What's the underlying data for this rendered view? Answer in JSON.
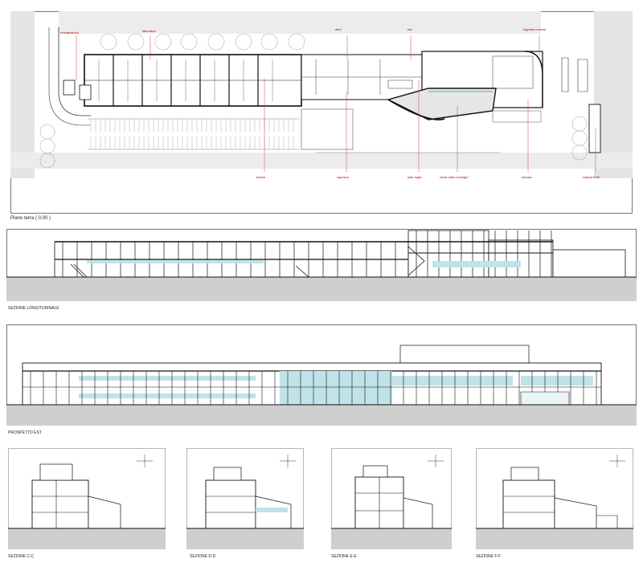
{
  "plan": {
    "title": "Piano  terra ( 0,00 )",
    "labels": {
      "montacarichi": "montacarichi",
      "laboratori": "laboratori",
      "atrio": "atrio",
      "bar": "bar",
      "ingresso_mensa": "ingresso mensa",
      "banca": "banca",
      "ingresso": "ingresso",
      "sala_regia": "sala regia",
      "vuoto_sala_convegni": "vuoto sala convegni",
      "mensa": "mensa",
      "cabina_enel": "cabina Enel"
    }
  },
  "sections": {
    "longitudinal": "SEZIONE LONGITUDINALE",
    "east": "PROSPETTO EST",
    "cc": "SEZIONE C-C",
    "dd": "SEZIONE D-D",
    "ee": "SEZIONE E-E",
    "ff": "SEZIONE F-F"
  },
  "colors": {
    "line": "#111111",
    "ground": "#c8c8c8",
    "glass": "#bfe3e8",
    "label_red": "#b30000"
  }
}
